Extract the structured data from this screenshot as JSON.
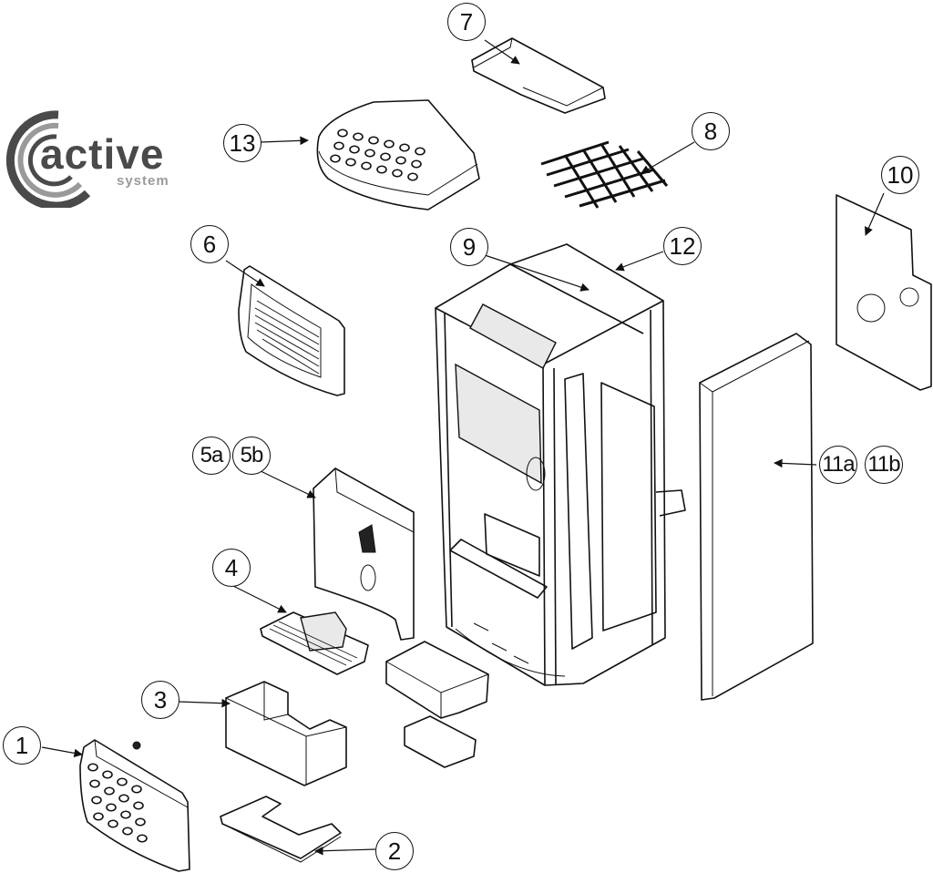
{
  "logo": {
    "word": "active",
    "sub": "system"
  },
  "callouts": {
    "c1": "1",
    "c2": "2",
    "c3": "3",
    "c4": "4",
    "c5a": "5a",
    "c5b": "5b",
    "c6": "6",
    "c7": "7",
    "c8": "8",
    "c9": "9",
    "c10": "10",
    "c11a": "11a",
    "c11b": "11b",
    "c12": "12",
    "c13": "13"
  },
  "colors": {
    "ink": "#111111",
    "logo_dark": "#4a4a4a",
    "logo_light": "#9a9a9a"
  }
}
